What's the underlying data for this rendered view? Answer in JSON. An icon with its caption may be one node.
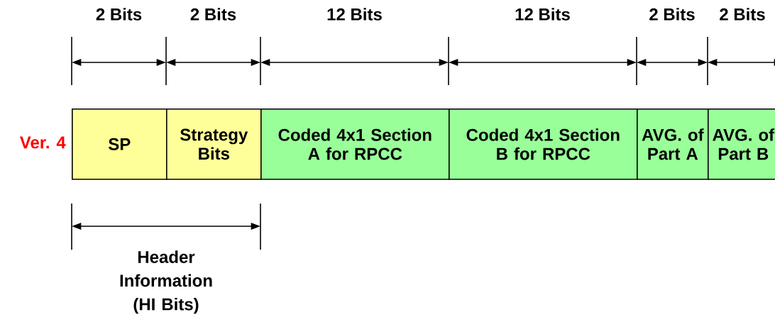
{
  "diagram": {
    "nodes": [
      {
        "text": [
          "SP"
        ]
      },
      {
        "text": [
          "Strategy Bits"
        ]
      },
      {
        "text": [
          "Coded 4x1 Section A for RPCC"
        ]
      },
      {
        "text": [
          "Coded 4x1 Section B for RPCC"
        ]
      },
      {
        "text": [
          "AVG. of Part A"
        ]
      },
      {
        "text": [
          "AVG. of Part B"
        ]
      }
    ],
    "edges": [],
    "labels": [
      "2 Bits",
      "2 Bits",
      "12 Bits",
      "12 Bits",
      "2 Bits",
      "2 Bits",
      "Ver. 4",
      "Header Information (HI Bits)"
    ]
  }
}
